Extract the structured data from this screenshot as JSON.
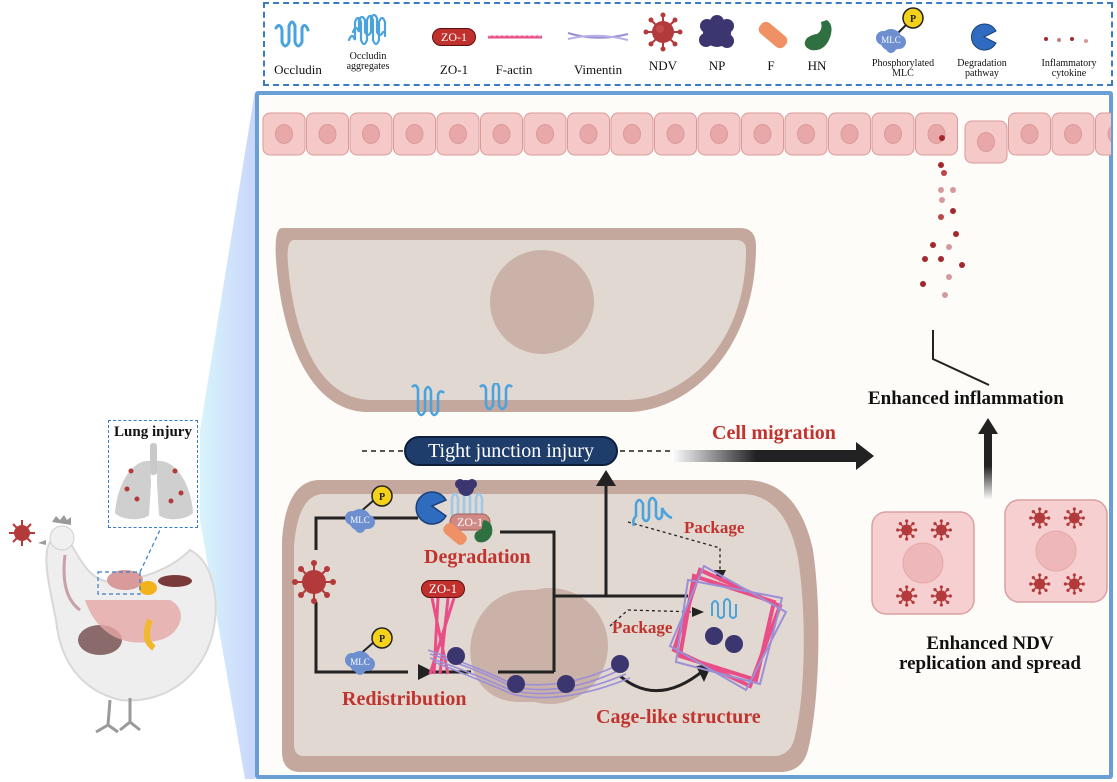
{
  "legend": {
    "items": [
      {
        "key": "occludin",
        "label": "Occludin"
      },
      {
        "key": "occludin_aggregates",
        "label": "Occludin aggregates"
      },
      {
        "key": "zo1",
        "label": "ZO-1",
        "badge": "ZO-1"
      },
      {
        "key": "factin",
        "label": "F-actin"
      },
      {
        "key": "vimentin",
        "label": "Vimentin"
      },
      {
        "key": "ndv",
        "label": "NDV"
      },
      {
        "key": "np",
        "label": "NP"
      },
      {
        "key": "f",
        "label": "F"
      },
      {
        "key": "hn",
        "label": "HN"
      },
      {
        "key": "pmlc",
        "label": "Phosphorylated MLC",
        "mlc": "MLC",
        "p": "P"
      },
      {
        "key": "degradation",
        "label": "Degradation pathway"
      },
      {
        "key": "cytokine",
        "label": "Inflammatory cytokine"
      }
    ]
  },
  "left": {
    "lung_title": "Lung injury"
  },
  "main": {
    "tight_junction": "Tight junction injury",
    "cell_migration": "Cell migration",
    "enhanced_inflammation": "Enhanced inflammation",
    "degradation": "Degradation",
    "redistribution": "Redistribution",
    "package_top": "Package",
    "package_bottom": "Package",
    "cage": "Cage-like structure",
    "ndv_spread_line1": "Enhanced NDV",
    "ndv_spread_line2": "replication and spread",
    "zo1_a": "ZO-1",
    "zo1_b": "ZO-1",
    "mlc_a": "MLC",
    "mlc_b": "MLC",
    "p_a": "P",
    "p_b": "P"
  },
  "colors": {
    "accent_blue": "#6a9fd6",
    "label_red": "#c0332e",
    "tj_navy": "#1e3d6b",
    "cell_membrane": "#c4a89d",
    "cell_cytoplasm": "#e2d8d2",
    "epithelial_pink": "#f6c9c9",
    "ndv_red": "#b33a3a",
    "np_navy": "#3b3570",
    "vimentin_purple": "#9b8fd6",
    "factin_pink": "#e94f86",
    "occludin_blue": "#4aa3dc"
  }
}
